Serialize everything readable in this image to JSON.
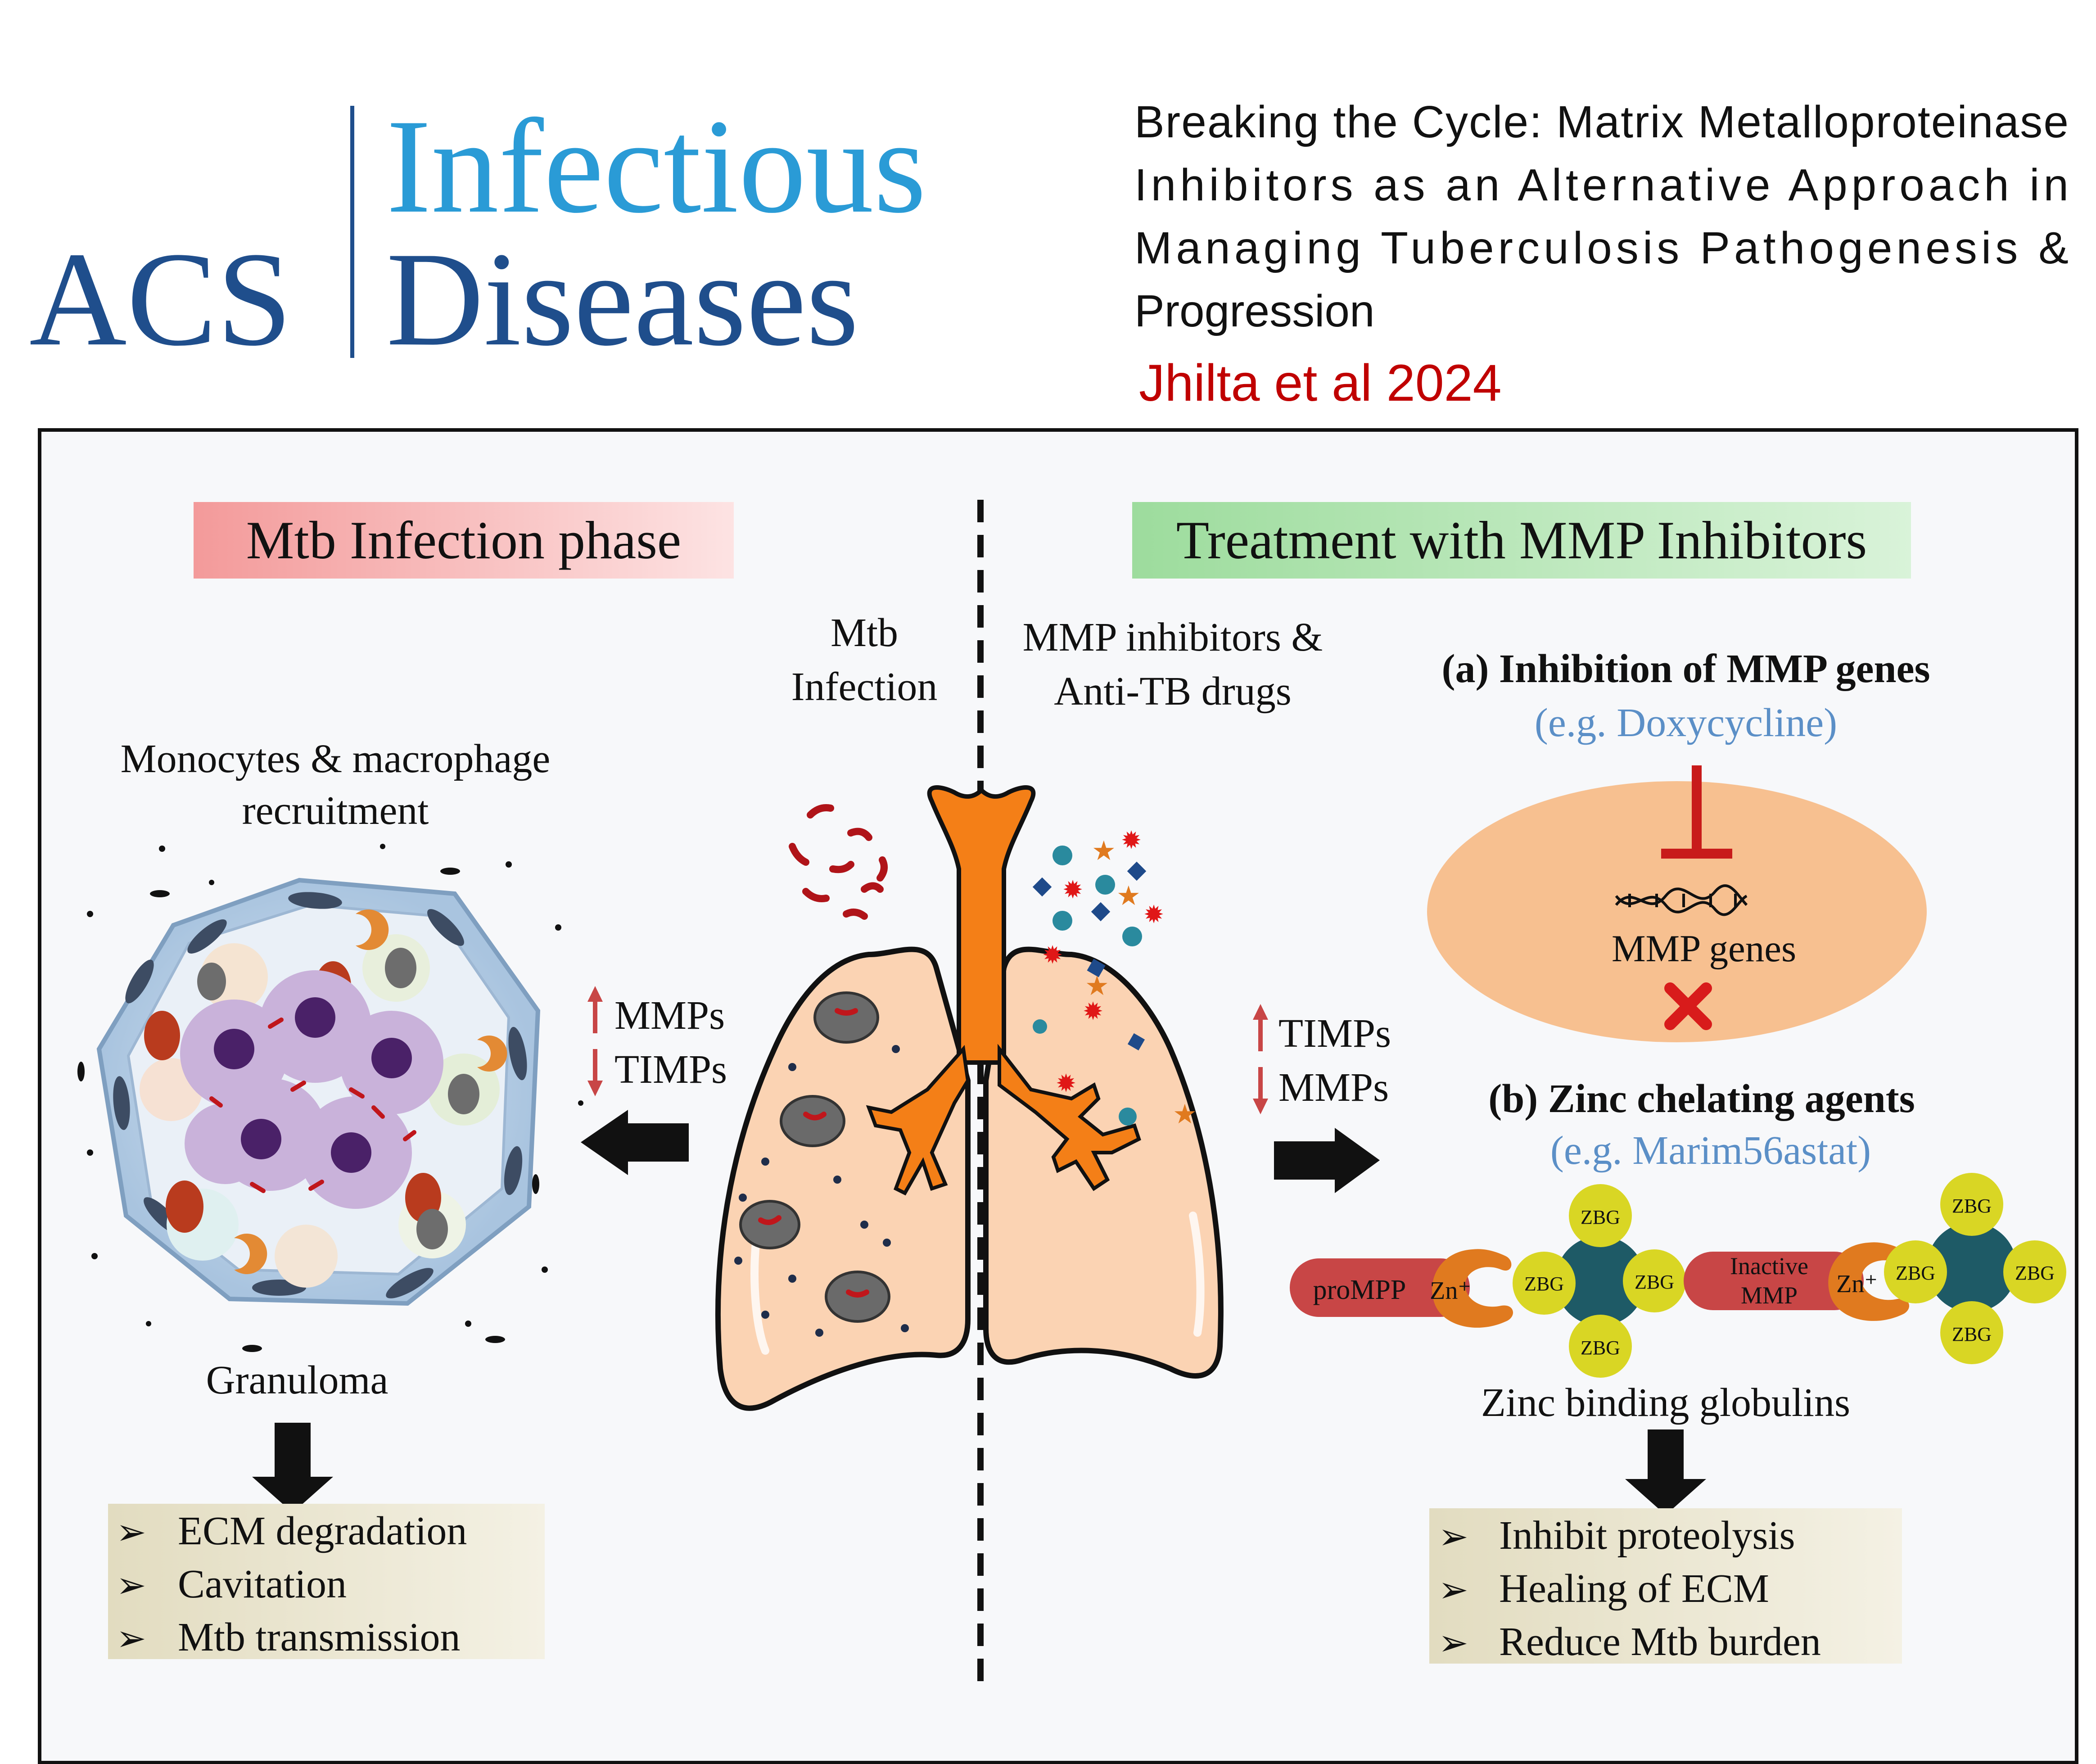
{
  "header": {
    "logo_acs": "ACS",
    "logo_infectious": "Infectious",
    "logo_diseases": "Diseases",
    "paper_title_lines": [
      "Breaking the Cycle: Matrix Metalloproteinase",
      "Inhibitors as an Alternative Approach in",
      "Managing Tuberculosis Pathogenesis &",
      "Progression"
    ],
    "citation": "Jhilta et al 2024"
  },
  "left_panel": {
    "phase_label": "Mtb Infection phase",
    "recruitment_label_1": "Monocytes & macrophage",
    "recruitment_label_2": "recruitment",
    "granuloma_label": "Granuloma",
    "regulation": [
      {
        "direction": "up",
        "label": "MMPs"
      },
      {
        "direction": "down",
        "label": "TIMPs"
      }
    ],
    "outcomes": [
      "ECM degradation",
      "Cavitation",
      "Mtb transmission"
    ]
  },
  "center": {
    "infection_label_1": "Mtb",
    "infection_label_2": "Infection",
    "treatment_label_1": "MMP inhibitors &",
    "treatment_label_2": "Anti-TB drugs"
  },
  "right_panel": {
    "phase_label": "Treatment with MMP Inhibitors",
    "section_a_title": "(a) Inhibition of MMP genes",
    "section_a_example": "(e.g. Doxycycline)",
    "mmp_genes_label": "MMP genes",
    "section_b_title": "(b) Zinc chelating agents",
    "section_b_example": "(e.g. Marim56astat)",
    "regulation": [
      {
        "direction": "up",
        "label": "TIMPs"
      },
      {
        "direction": "down",
        "label": "MMPs"
      }
    ],
    "pro_label": "proMPP",
    "inactive_label_1": "Inactive",
    "inactive_label_2": "MMP",
    "zinc_label": "Zn⁺",
    "zbg_label": "ZBG",
    "zinc_globulins_label": "Zinc binding globulins",
    "outcomes": [
      "Inhibit proteolysis",
      "Healing of ECM",
      "Reduce Mtb burden"
    ]
  },
  "colors": {
    "logo_dark_blue": "#1f4e8c",
    "logo_light_blue": "#2a9bd6",
    "citation_red": "#c00000",
    "example_blue": "#5b8fc7",
    "infection_banner": "#f4a0a0",
    "treatment_banner": "#a8dfa8",
    "lung_fill": "#fbd3b3",
    "airway_orange": "#f47f17",
    "outcome_box": "#e9e4cc",
    "zbg_yellow": "#d9d624",
    "zbg_teal": "#1e5a66",
    "enzyme_red": "#c84646",
    "gene_ellipse": "#f7c090"
  },
  "icons": [
    "bacteria-icon",
    "drug-molecule-icon",
    "dna-icon",
    "cross-icon",
    "inhibition-icon",
    "arrow-icon",
    "checkmark-bullet-icon"
  ]
}
